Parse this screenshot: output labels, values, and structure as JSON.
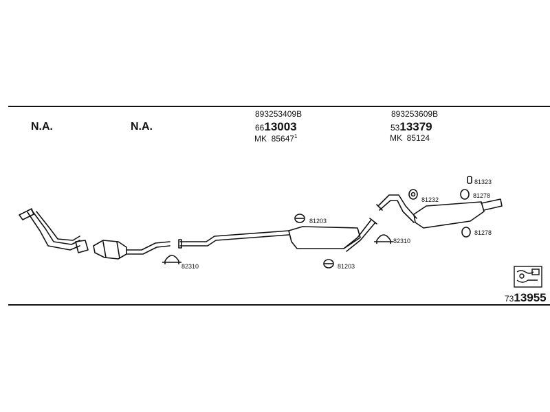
{
  "diagram": {
    "columns": [
      {
        "label": "N.A."
      },
      {
        "label": "N.A."
      },
      {
        "oe": "893253409B",
        "code_small": "66",
        "code_big": "13003",
        "mk_prefix": "MK",
        "mk": "85647",
        "mk_note": "1"
      },
      {
        "oe": "893253609B",
        "code_small": "53",
        "code_big": "13379",
        "mk_prefix": "MK",
        "mk": "85124"
      }
    ],
    "parts": {
      "clamp_left": "82310",
      "ring_mid_top": "81203",
      "ring_mid_bottom": "81203",
      "clamp_mid": "82310",
      "ring_rear": "81232",
      "hanger_top": "81323",
      "ring_top": "81278",
      "ring_bottom": "81278"
    },
    "reference": {
      "small": "73",
      "big": "13955"
    }
  }
}
